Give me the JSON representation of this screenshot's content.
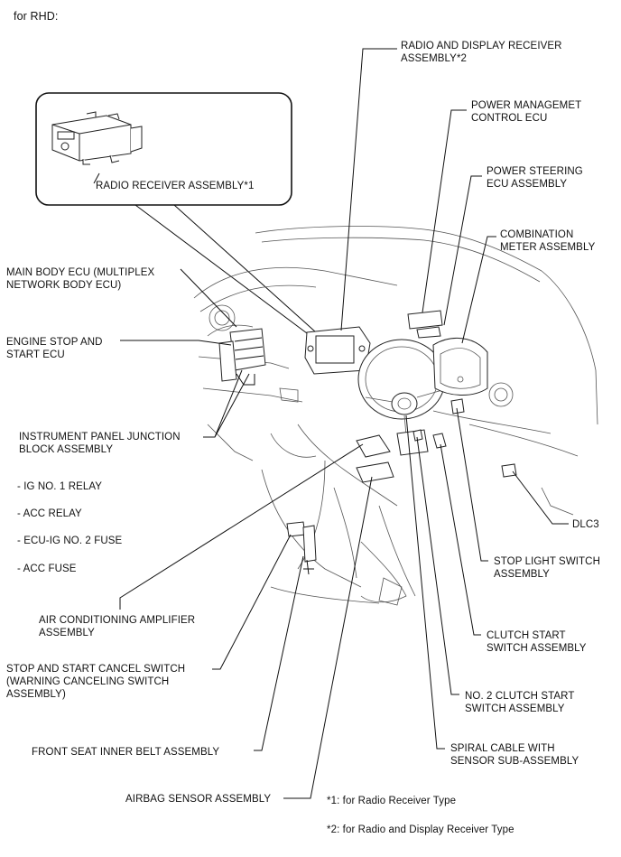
{
  "header": {
    "variant": "for RHD:"
  },
  "inset": {
    "label": "RADIO RECEIVER ASSEMBLY*1"
  },
  "labels": {
    "radio_display": "RADIO AND DISPLAY RECEIVER\nASSEMBLY*2",
    "power_mgmt": "POWER MANAGEMET\nCONTROL ECU",
    "power_steering": "POWER STEERING\nECU ASSEMBLY",
    "combination_meter": "COMBINATION\nMETER ASSEMBLY",
    "main_body_ecu": "MAIN BODY ECU (MULTIPLEX\nNETWORK BODY ECU)",
    "engine_stop_start": "ENGINE STOP AND\nSTART ECU",
    "ip_junction": "INSTRUMENT PANEL JUNCTION\nBLOCK ASSEMBLY",
    "dlc3": "DLC3",
    "stop_light": "STOP LIGHT SWITCH\nASSEMBLY",
    "ac_amplifier": "AIR CONDITIONING AMPLIFIER\nASSEMBLY",
    "clutch_start": "CLUTCH START\nSWITCH ASSEMBLY",
    "stop_start_cancel": "STOP AND START CANCEL SWITCH\n(WARNING CANCELING SWITCH\nASSEMBLY)",
    "no2_clutch": "NO. 2 CLUTCH START\nSWITCH ASSEMBLY",
    "front_seat_belt": "FRONT SEAT INNER BELT ASSEMBLY",
    "spiral_cable": "SPIRAL CABLE WITH\nSENSOR SUB-ASSEMBLY",
    "airbag_sensor": "AIRBAG SENSOR ASSEMBLY"
  },
  "relay_list": [
    "- IG NO. 1 RELAY",
    "- ACC RELAY",
    "- ECU-IG NO. 2 FUSE",
    "- ACC FUSE"
  ],
  "footnotes": [
    "*1: for Radio Receiver Type",
    "*2: for Radio and Display Receiver Type"
  ]
}
